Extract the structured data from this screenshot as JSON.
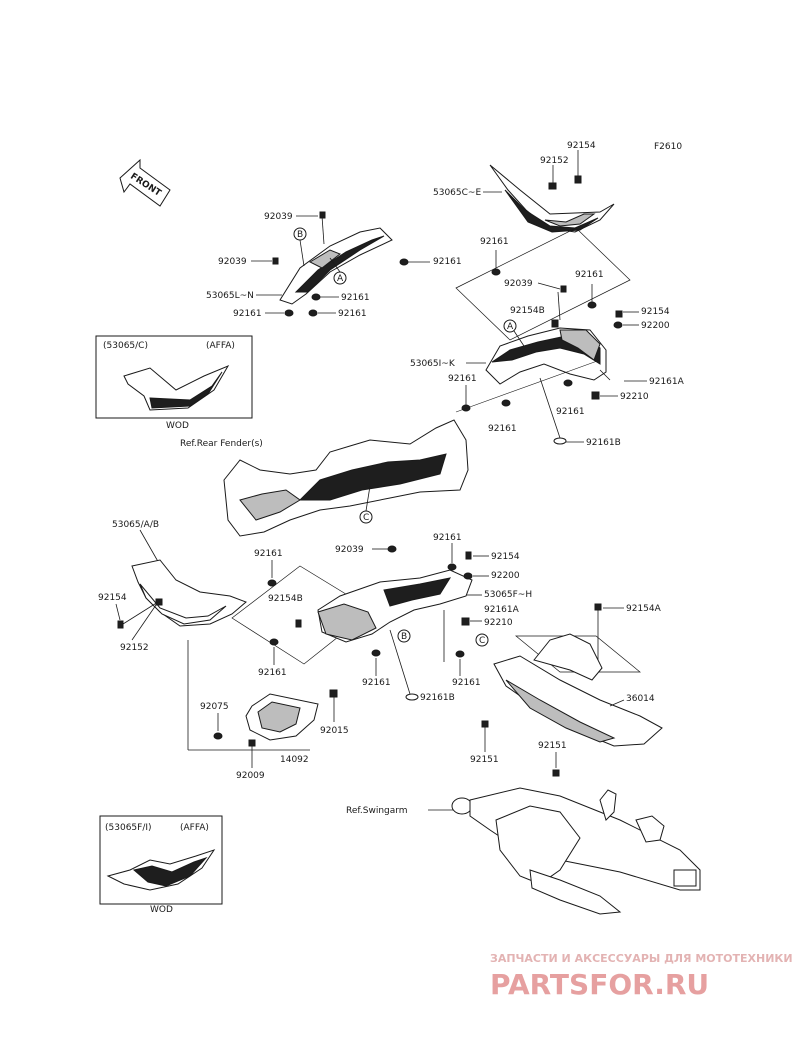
{
  "figure_id": "F2610",
  "front_label": "FRONT",
  "ref_labels": {
    "rear_fender": "Ref.Rear Fender(s)",
    "swingarm": "Ref.Swingarm"
  },
  "inset_top": {
    "part": "(53065/C)",
    "variant": "(AFFA)",
    "color": "WOD"
  },
  "inset_bottom": {
    "part": "(53065F/I)",
    "variant": "(AFFA)",
    "color": "WOD"
  },
  "callouts": {
    "a": "A",
    "b": "B",
    "c": "C"
  },
  "labels": {
    "l01": "92154",
    "l02": "92152",
    "l03": "53065C~E",
    "l04": "92039",
    "l05": "92161",
    "l06": "92039",
    "l07": "53065L~N",
    "l08": "92161",
    "l09": "92161",
    "l10": "92161",
    "l11": "92161",
    "l12": "92039",
    "l13": "92161",
    "l14": "92154B",
    "l15": "92154",
    "l16": "92200",
    "l17": "53065I~K",
    "l18": "92161",
    "l19": "92161A",
    "l20": "92210",
    "l21": "92161",
    "l22": "92161",
    "l23": "92161B",
    "l24": "53065/A/B",
    "l25": "92161",
    "l26": "92039",
    "l27": "92161",
    "l28": "92154",
    "l29": "92200",
    "l30": "53065F~H",
    "l31": "92154B",
    "l32": "92161A",
    "l33": "92210",
    "l34": "92154",
    "l35": "92152",
    "l36": "92161",
    "l37": "92161",
    "l38": "92161",
    "l39": "92161B",
    "l40": "92154A",
    "l41": "36014",
    "l42": "92075",
    "l43": "92015",
    "l44": "14092",
    "l45": "92009",
    "l46": "92151",
    "l47": "92151"
  },
  "watermark": {
    "line1": "ЗАПЧАСТИ И АКСЕССУАРЫ ДЛЯ МОТОТЕХНИКИ",
    "line2": "PARTSFOR.RU"
  }
}
